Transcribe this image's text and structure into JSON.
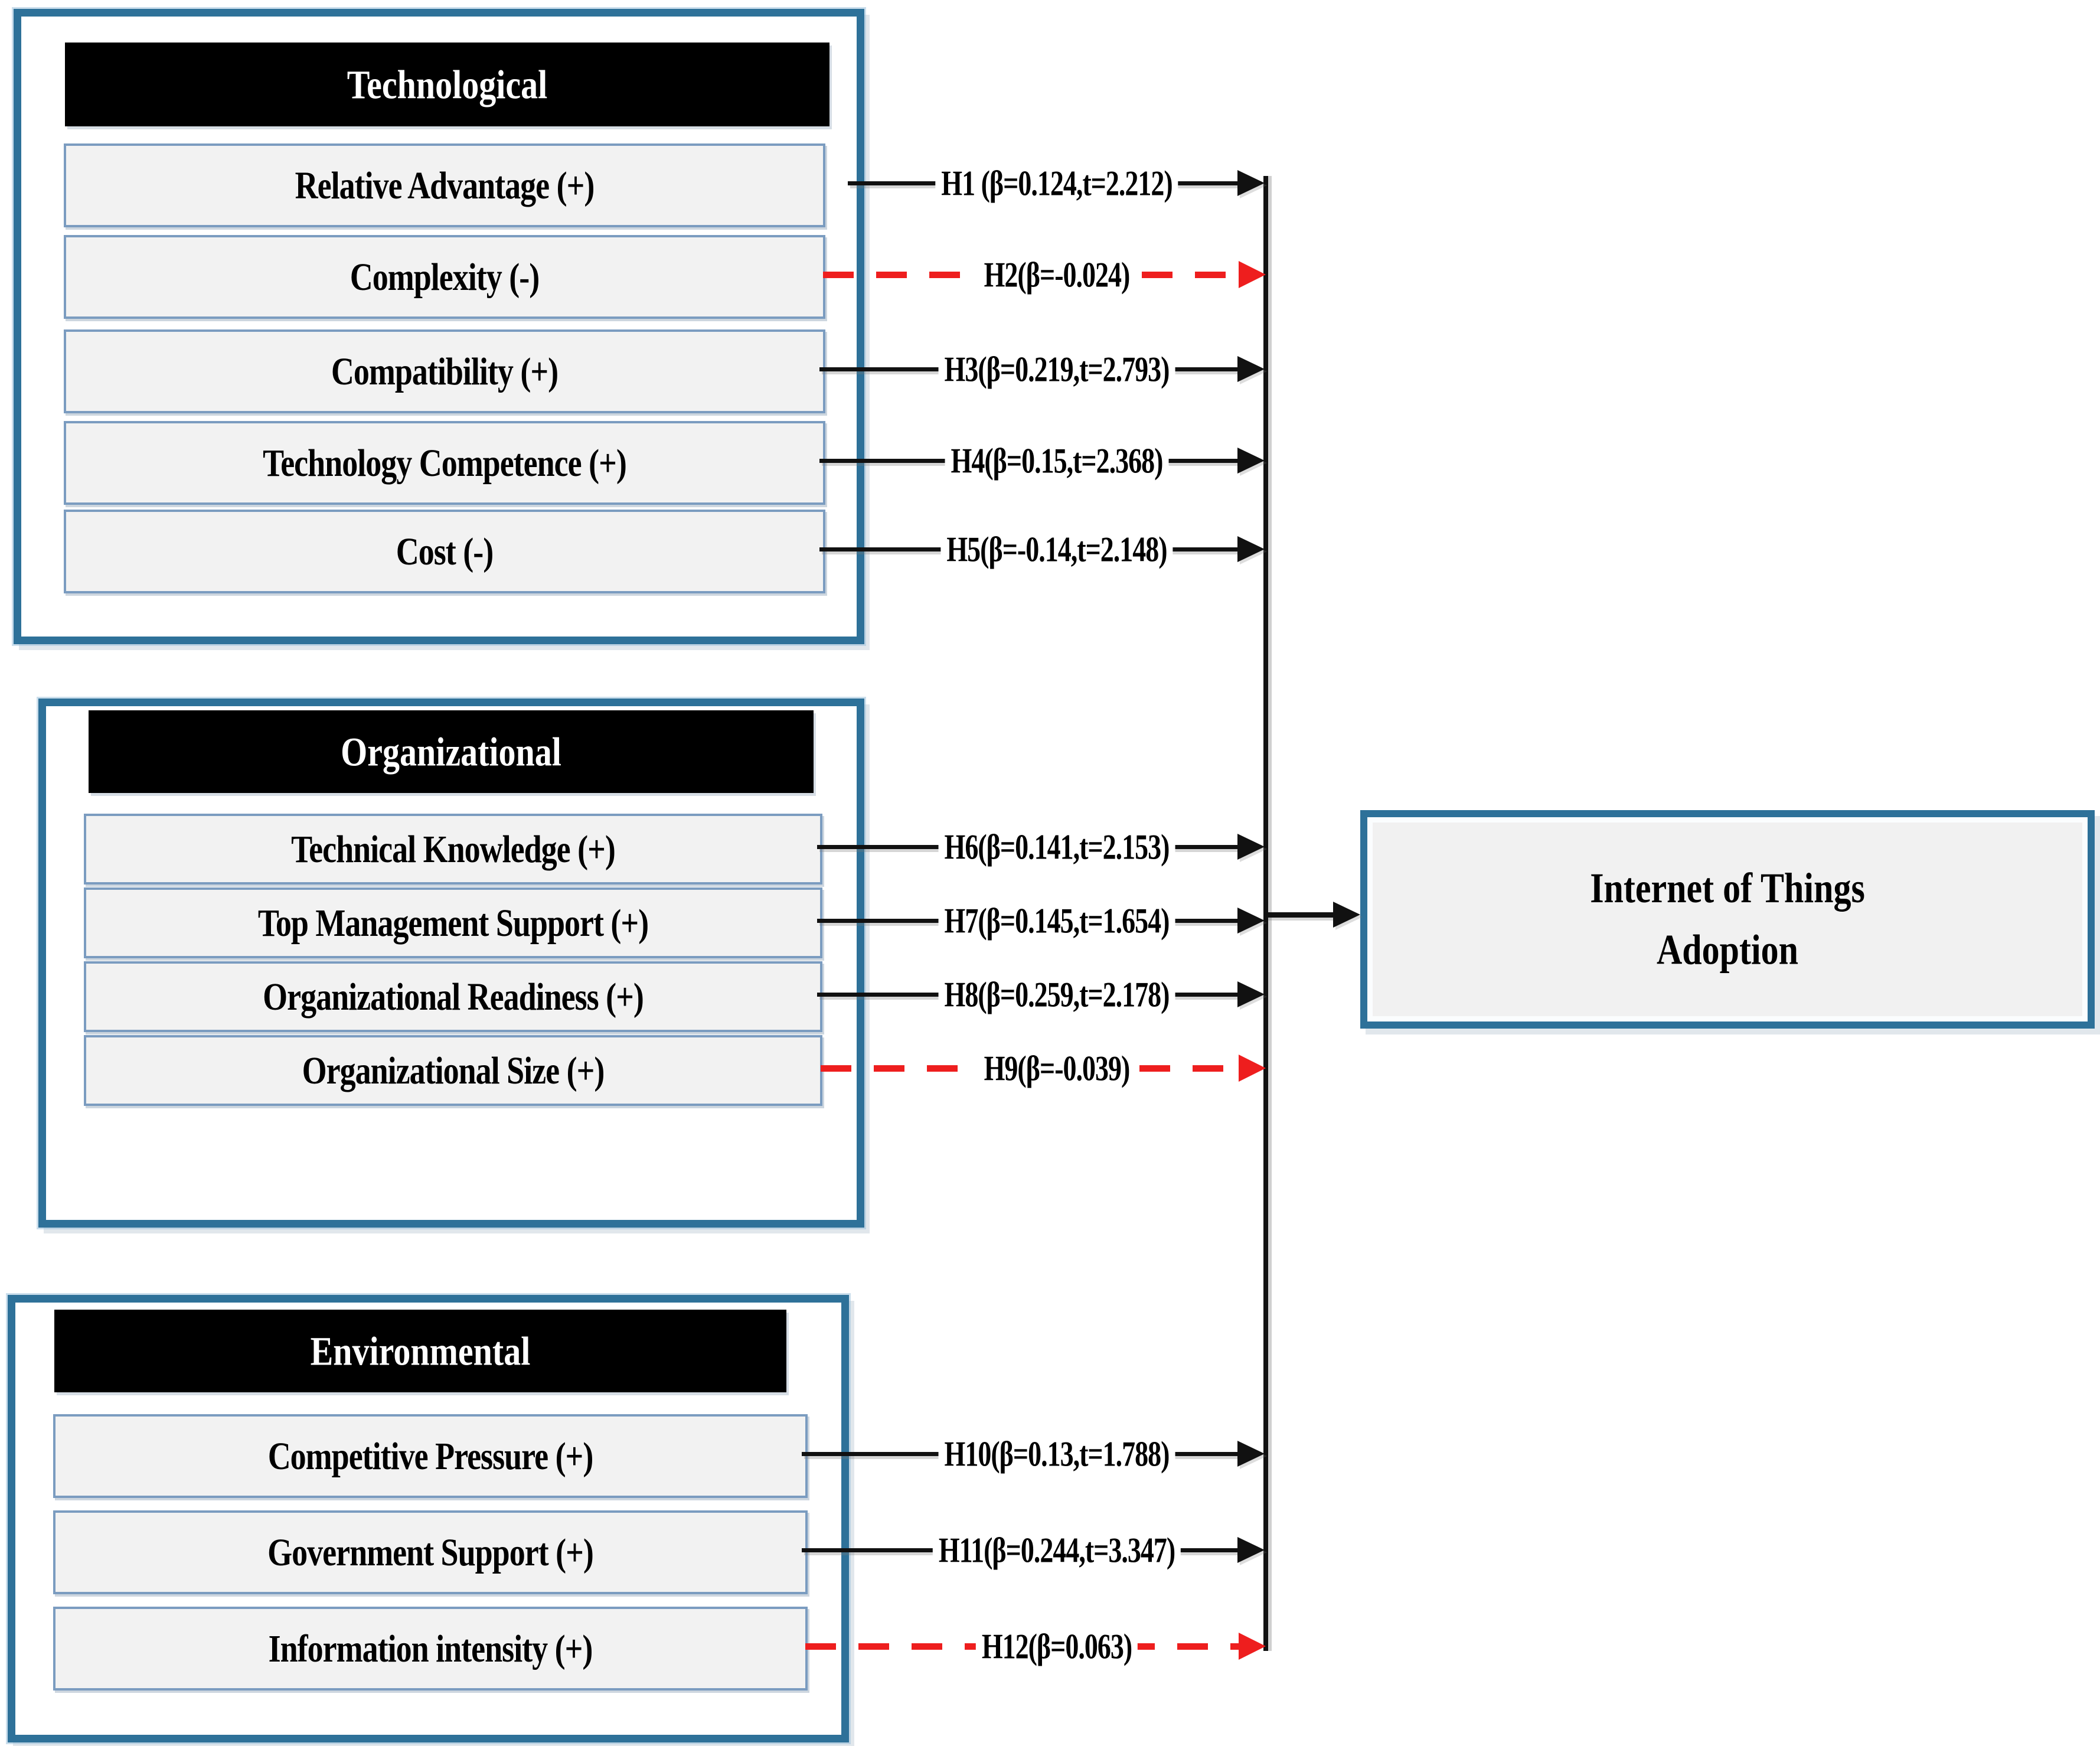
{
  "figure": {
    "type": "research-model-diagram",
    "outcome": {
      "line1": "Internet of Things",
      "line2": "Adoption"
    }
  },
  "colors": {
    "frame_blue": "#2e7199",
    "item_fill": "#f2f2f2",
    "item_border": "#7b9cc0",
    "header_bg": "#000000",
    "header_fg": "#ffffff",
    "solid_line": "#111111",
    "dashed_red": "#ee1e1e"
  },
  "groups": [
    {
      "label": "Technological",
      "items": [
        {
          "label": "Relative Advantage (+)"
        },
        {
          "label": "Complexity (-)"
        },
        {
          "label": "Compatibility (+)"
        },
        {
          "label": "Technology Competence (+)"
        },
        {
          "label": "Cost (-)"
        }
      ]
    },
    {
      "label": "Organizational",
      "items": [
        {
          "label": "Technical Knowledge (+)"
        },
        {
          "label": "Top Management Support (+)"
        },
        {
          "label": "Organizational Readiness (+)"
        },
        {
          "label": "Organizational Size (+)"
        }
      ]
    },
    {
      "label": "Environmental",
      "items": [
        {
          "label": "Competitive Pressure (+)"
        },
        {
          "label": "Government Support (+)"
        },
        {
          "label": "Information intensity (+)"
        }
      ]
    }
  ],
  "arrows": [
    {
      "id": "H1",
      "label": "H1 (β=0.124,t=2.212)",
      "style": "solid"
    },
    {
      "id": "H2",
      "label": "H2(β=-0.024)",
      "style": "dashed"
    },
    {
      "id": "H3",
      "label": "H3(β=0.219,t=2.793)",
      "style": "solid"
    },
    {
      "id": "H4",
      "label": "H4(β=0.15,t=2.368)",
      "style": "solid"
    },
    {
      "id": "H5",
      "label": "H5(β=-0.14,t=2.148)",
      "style": "solid"
    },
    {
      "id": "H6",
      "label": "H6(β=0.141,t=2.153)",
      "style": "solid"
    },
    {
      "id": "H7",
      "label": "H7(β=0.145,t=1.654)",
      "style": "solid"
    },
    {
      "id": "H8",
      "label": "H8(β=0.259,t=2.178)",
      "style": "solid"
    },
    {
      "id": "H9",
      "label": "H9(β=-0.039)",
      "style": "dashed"
    },
    {
      "id": "H10",
      "label": "H10(β=0.13,t=1.788)",
      "style": "solid"
    },
    {
      "id": "H11",
      "label": "H11(β=0.244,t=3.347)",
      "style": "solid"
    },
    {
      "id": "H12",
      "label": "H12(β=0.063)",
      "style": "dashed"
    }
  ]
}
